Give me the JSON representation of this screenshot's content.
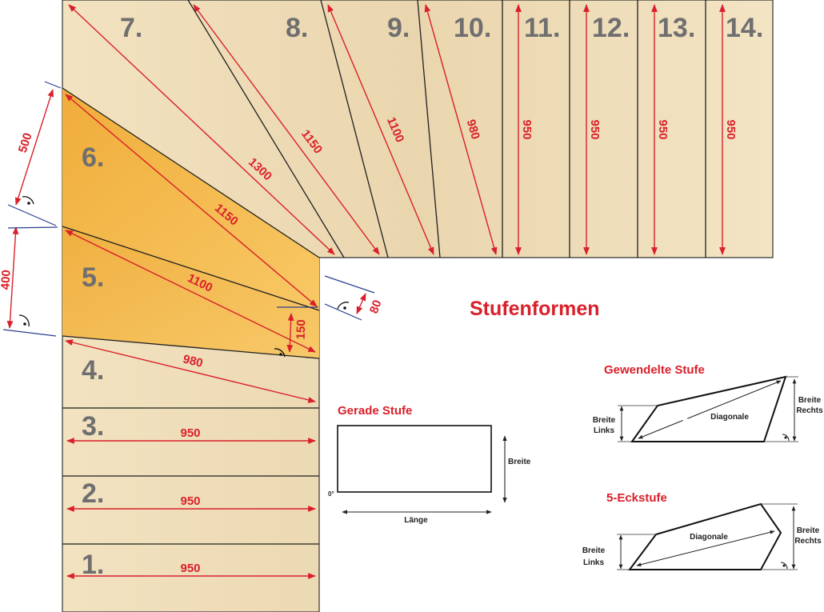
{
  "main_title": "Stufenformen",
  "step_numbers": [
    "1.",
    "2.",
    "3.",
    "4.",
    "5.",
    "6.",
    "7.",
    "8.",
    "9.",
    "10.",
    "11.",
    "12.",
    "13.",
    "14."
  ],
  "dimensions": {
    "s1": "950",
    "s2": "950",
    "s3": "950",
    "s4": "980",
    "s5": "1100",
    "s6": "1150",
    "s7": "1300",
    "s8": "1150",
    "s9": "1100",
    "s10": "980",
    "s11": "950",
    "s12": "950",
    "s13": "950",
    "s14": "950",
    "left_upper": "500",
    "left_lower": "400",
    "inner_small": "150",
    "inner_corner": "80"
  },
  "gerade": {
    "title": "Gerade Stufe",
    "breite": "Breite",
    "laenge": "Länge",
    "angle": "0°"
  },
  "gewendelt": {
    "title": "Gewendelte Stufe",
    "breite_links": [
      "Breite",
      "Links"
    ],
    "breite_rechts": [
      "Breite",
      "Rechts"
    ],
    "diagonale": "Diagonale"
  },
  "eck": {
    "title": "5-Eckstufe",
    "breite_links": [
      "Breite",
      "Links"
    ],
    "breite_rechts": [
      "Breite",
      "Rechts"
    ],
    "diagonale": "Diagonale"
  },
  "colors": {
    "wood": "#efdcb6",
    "highlight": "#f4b84a",
    "dimension": "#d9202a",
    "edge": "#1f1f1f",
    "axis": "#2a3f8f"
  }
}
